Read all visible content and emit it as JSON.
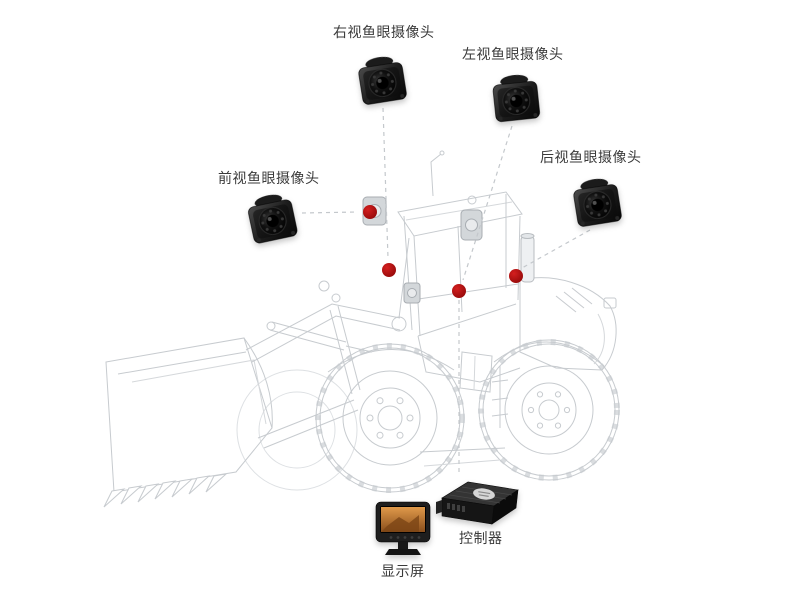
{
  "callouts": [
    {
      "id": "right-fisheye-camera",
      "label": "右视鱼眼摄像头"
    },
    {
      "id": "left-fisheye-camera",
      "label": "左视鱼眼摄像头"
    },
    {
      "id": "front-fisheye-camera",
      "label": "前视鱼眼摄像头"
    },
    {
      "id": "rear-fisheye-camera",
      "label": "后视鱼眼摄像头"
    }
  ],
  "devices": [
    {
      "id": "controller",
      "label": "控制器"
    },
    {
      "id": "display",
      "label": "显示屏"
    }
  ],
  "icons": {
    "camera": "fisheye-camera-icon",
    "controller": "controller-box-icon",
    "display": "monitor-icon",
    "mount_dot": "camera-mount-dot"
  },
  "colors": {
    "background": "#ffffff",
    "mount_dot": "#b01010",
    "label_text": "#3a3a3a",
    "connector": "#c4c8cc",
    "vehicle_outline": "#c7cbcf"
  }
}
